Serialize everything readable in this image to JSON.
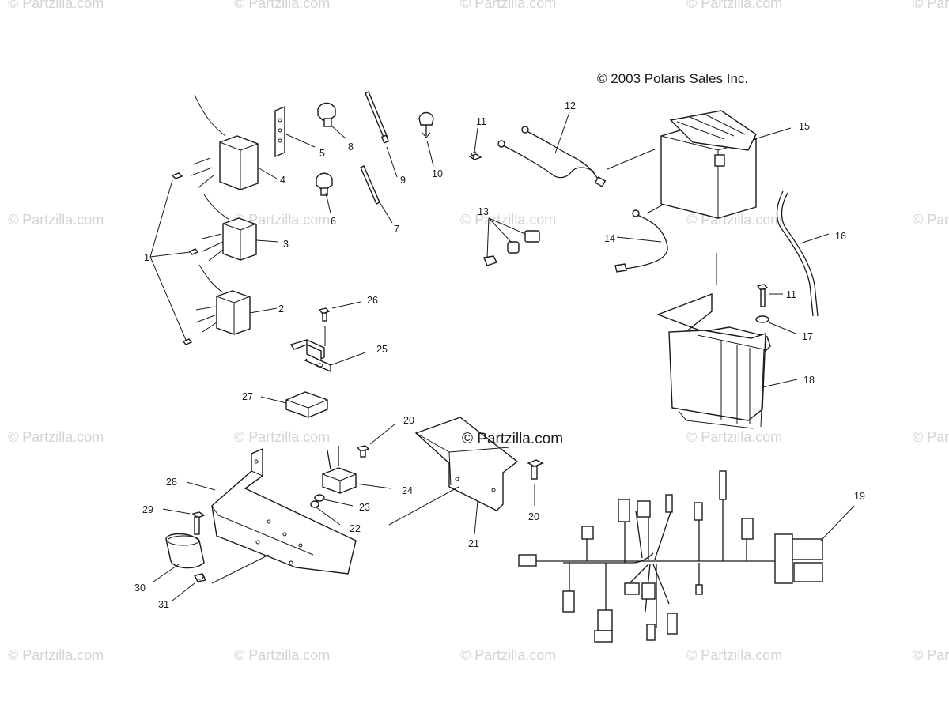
{
  "copyright": "© 2003 Polaris Sales Inc.",
  "center_watermark": "© Partzilla.com",
  "watermark_text": "© Partzilla.com",
  "callouts": {
    "c1": "1",
    "c2": "2",
    "c3": "3",
    "c4": "4",
    "c5": "5",
    "c6": "6",
    "c7": "7",
    "c8": "8",
    "c9": "9",
    "c10": "10",
    "c11a": "11",
    "c11b": "11",
    "c12": "12",
    "c13": "13",
    "c14": "14",
    "c15": "15",
    "c16": "16",
    "c17": "17",
    "c18": "18",
    "c19": "19",
    "c20a": "20",
    "c20b": "20",
    "c21": "21",
    "c22": "22",
    "c23": "23",
    "c24": "24",
    "c25": "25",
    "c26": "26",
    "c27": "27",
    "c28": "28",
    "c29": "29",
    "c30": "30",
    "c31": "31"
  },
  "colors": {
    "line": "#1a1a1a",
    "watermark": "#d3d3d3",
    "background": "#ffffff"
  }
}
